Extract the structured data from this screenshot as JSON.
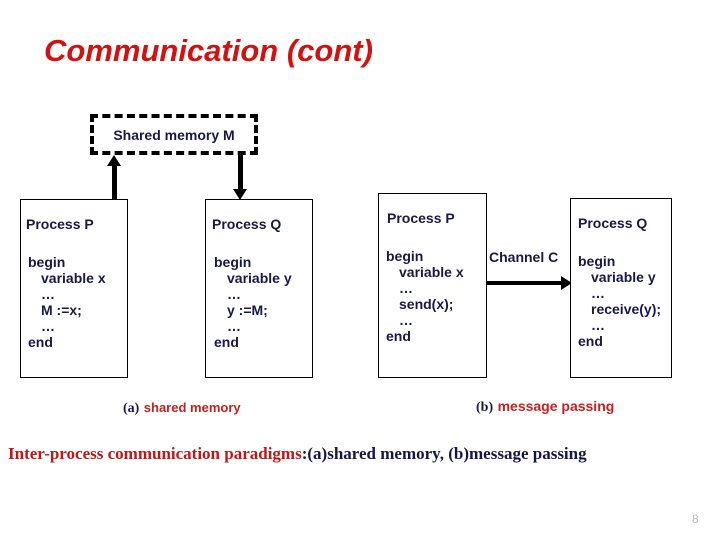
{
  "slide": {
    "title": "Communication (cont)",
    "page_number": "8",
    "colors": {
      "title_red": "#d31111",
      "text_navy": "#191947",
      "caption_red": "#c22121",
      "bottom_red": "#c01616",
      "bottom_navy": "#15154a",
      "page_number_gray": "#b9b9b9"
    }
  },
  "shared_memory": {
    "box_label": "Shared memory M",
    "up_arrow_name": "arrow-process-p-to-memory",
    "down_arrow_name": "arrow-memory-to-process-q",
    "process_p": {
      "title": "Process P",
      "code": [
        "begin",
        "variable x",
        "…",
        "M :=x;",
        "…",
        "end"
      ],
      "indents": [
        0,
        1,
        1,
        1,
        1,
        0
      ]
    },
    "process_q": {
      "title": "Process Q",
      "code": [
        "begin",
        "variable y",
        "…",
        "y :=M;",
        "…",
        "end"
      ],
      "indents": [
        0,
        1,
        1,
        1,
        1,
        0
      ]
    },
    "caption_paren": "(a)",
    "caption_text": "shared memory"
  },
  "message_passing": {
    "channel_label": "Channel C",
    "channel_arrow_name": "arrow-channel-p-to-q",
    "process_p": {
      "title": "Process P",
      "code": [
        "begin",
        "variable x",
        "…",
        "send(x);",
        "…",
        "end"
      ],
      "indents": [
        0,
        1,
        1,
        1,
        1,
        0
      ]
    },
    "process_q": {
      "title": "Process Q",
      "code": [
        "begin",
        "variable y",
        "…",
        "receive(y);",
        "…",
        "end"
      ],
      "indents": [
        0,
        1,
        1,
        1,
        1,
        0
      ]
    },
    "caption_paren": "(b)",
    "caption_text": "message passing"
  },
  "bottom_caption": {
    "red_part": "Inter-process communication paradigms",
    "navy_part": ":(a)shared memory, (b)message passing"
  }
}
